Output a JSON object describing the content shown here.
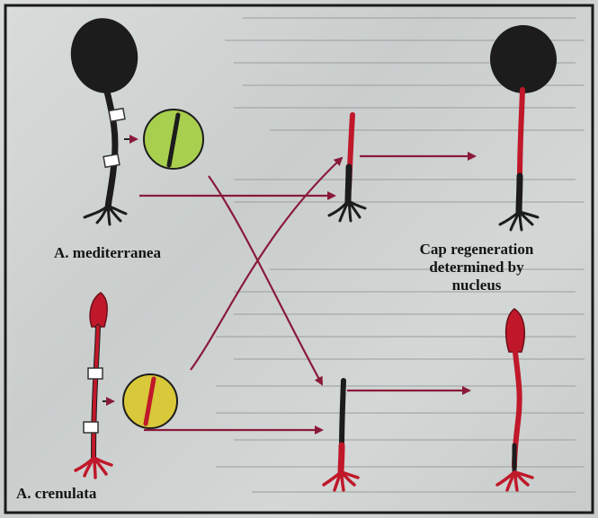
{
  "labels": {
    "top_species": "A. mediterranea",
    "bottom_species": "A. crenulata",
    "result_line1": "Cap regeneration",
    "result_line2": "determined by",
    "result_line3": "nucleus"
  },
  "colors": {
    "mediterranea_body": "#1c1c1c",
    "crenulata_body": "#c0182a",
    "arrow": "#8a1a3a",
    "nucleus_disc_top": "#a9cf4f",
    "nucleus_disc_bottom": "#d8c83a"
  }
}
